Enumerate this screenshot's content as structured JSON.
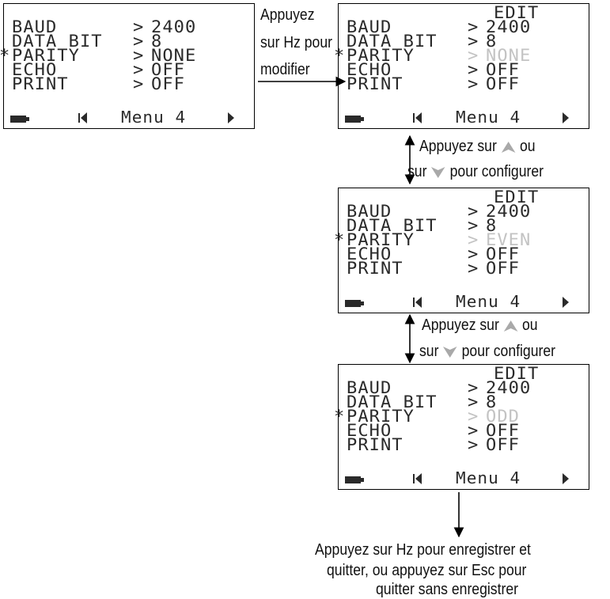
{
  "menu": {
    "rows": [
      {
        "label": "BAUD",
        "value": "2400"
      },
      {
        "label": "DATA BIT",
        "value": "8"
      },
      {
        "label": "PARITY",
        "value": "NONE"
      },
      {
        "label": "ECHO",
        "value": "OFF"
      },
      {
        "label": "PRINT",
        "value": "OFF"
      }
    ],
    "selected_marker": "*",
    "arrow": ">",
    "edit_label": "EDIT",
    "footer": "Menu 4"
  },
  "screens": [
    {
      "id": "initial",
      "edit": false,
      "parity_value": "NONE",
      "parity_dim": false
    },
    {
      "id": "edit-none",
      "edit": true,
      "parity_value": "NONE",
      "parity_dim": true
    },
    {
      "id": "edit-even",
      "edit": true,
      "parity_value": "EVEN",
      "parity_dim": true
    },
    {
      "id": "edit-odd",
      "edit": true,
      "parity_value": "ODD",
      "parity_dim": true
    }
  ],
  "captions": {
    "press_hz_line1": "Appuyez",
    "press_hz_line2": "sur Hz pour",
    "press_hz_line3": "modifier",
    "configure_line1_a": "Appuyez sur",
    "configure_line1_b": "ou",
    "configure_line2_a": "sur",
    "configure_line2_b": "pour configurer",
    "final_line1": "Appuyez sur Hz pour enregistrer et",
    "final_line2": "quitter, ou appuyez sur Esc pour",
    "final_line3": "quitter sans enregistrer"
  },
  "icons": {
    "up": "up-arrow-key-icon",
    "down": "down-arrow-key-icon",
    "key_color": "#a9a9a9"
  }
}
